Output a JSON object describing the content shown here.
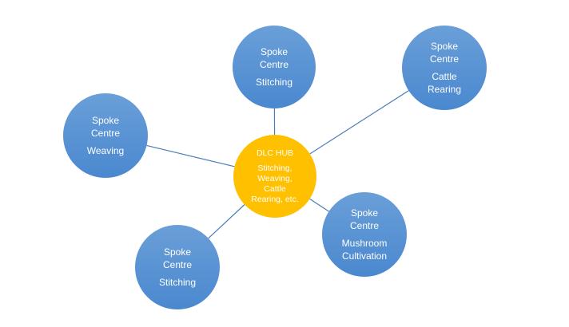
{
  "colors": {
    "spoke_fill_top": "#6a9fd8",
    "spoke_fill_bottom": "#4a88cf",
    "hub_fill": "#ffc000",
    "connector": "#4a7ebb",
    "text": "#ffffff"
  },
  "hub": {
    "title": "DLC HUB",
    "lines": [
      "Stitching,",
      "Weaving,",
      "Cattle",
      "Rearing, etc."
    ]
  },
  "spokes": [
    {
      "id": "top-stitching",
      "title_lines": [
        "Spoke",
        "Centre"
      ],
      "label_lines": [
        "Stitching"
      ]
    },
    {
      "id": "cattle-rearing",
      "title_lines": [
        "Spoke",
        "Centre"
      ],
      "label_lines": [
        "Cattle",
        "Rearing"
      ]
    },
    {
      "id": "weaving",
      "title_lines": [
        "Spoke",
        "Centre"
      ],
      "label_lines": [
        "Weaving"
      ]
    },
    {
      "id": "mushroom-cultivation",
      "title_lines": [
        "Spoke",
        "Centre"
      ],
      "label_lines": [
        "Mushroom",
        "Cultivation"
      ]
    },
    {
      "id": "bottom-stitching",
      "title_lines": [
        "Spoke",
        "Centre"
      ],
      "label_lines": [
        "Stitching"
      ]
    }
  ]
}
